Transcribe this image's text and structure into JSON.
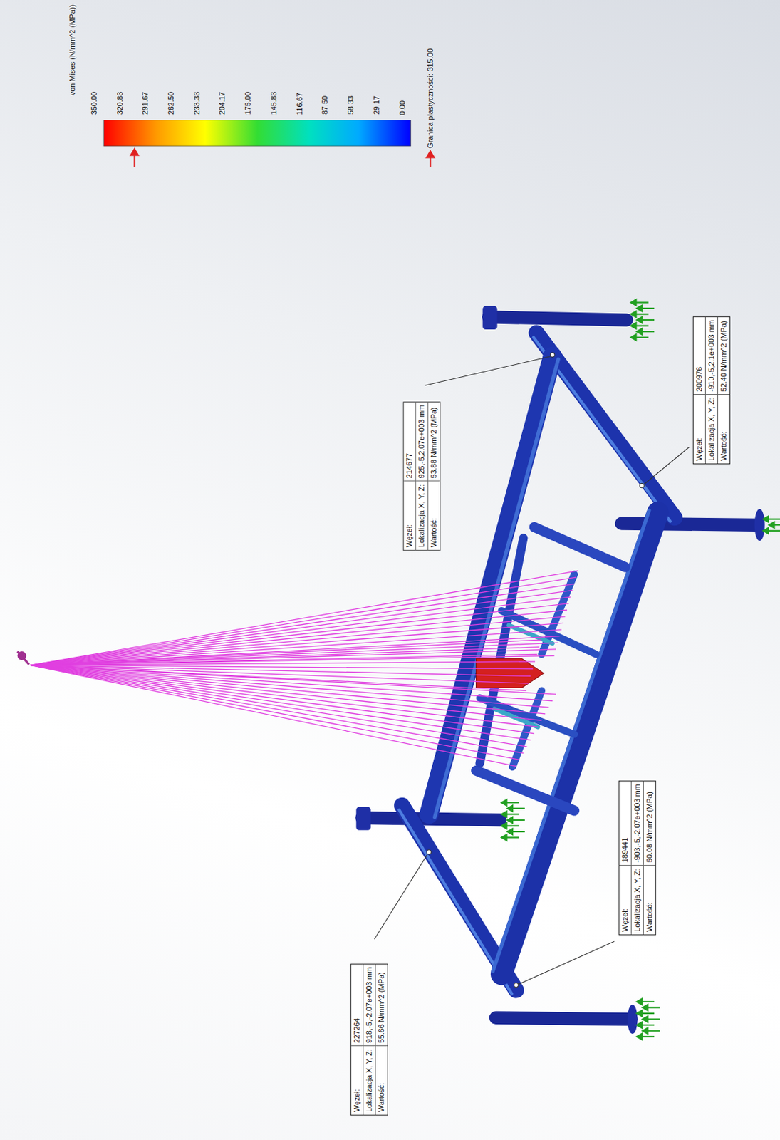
{
  "diagram": {
    "title": "von Mises (N/mm^2 (MPa))",
    "nodes": [
      {
        "text": [
          "Węzeł:",
          "214677",
          "Lokalizacja X, Y, Z:",
          "925,-5,2.07e+003 mm",
          "Wartość:",
          "53.88 N/mm^2 (MPa)"
        ]
      },
      {
        "text": [
          "Węzeł:",
          "200976",
          "Lokalizacja X, Y, Z:",
          "-910,-5,2.1e+003 mm",
          "Wartość:",
          "52.40 N/mm^2 (MPa)"
        ]
      },
      {
        "text": [
          "Węzeł:",
          "189441",
          "Lokalizacja X, Y, Z:",
          "-903,-5,-2.07e+003 mm",
          "Wartość:",
          "50.08 N/mm^2 (MPa)"
        ]
      },
      {
        "text": [
          "Węzeł:",
          "227264",
          "Lokalizacja X, Y, Z:",
          "918,-5,-2.07e+003 mm",
          "Wartość:",
          "55.66 N/mm^2 (MPa)"
        ]
      }
    ],
    "labels": [
      "350.00",
      "320.83",
      "291.67",
      "262.50",
      "233.33",
      "204.17",
      "175.00",
      "145.83",
      "116.67",
      "87.50",
      "58.33",
      "29.17",
      "0.00",
      "Granica plastyczności: 315.00"
    ]
  }
}
